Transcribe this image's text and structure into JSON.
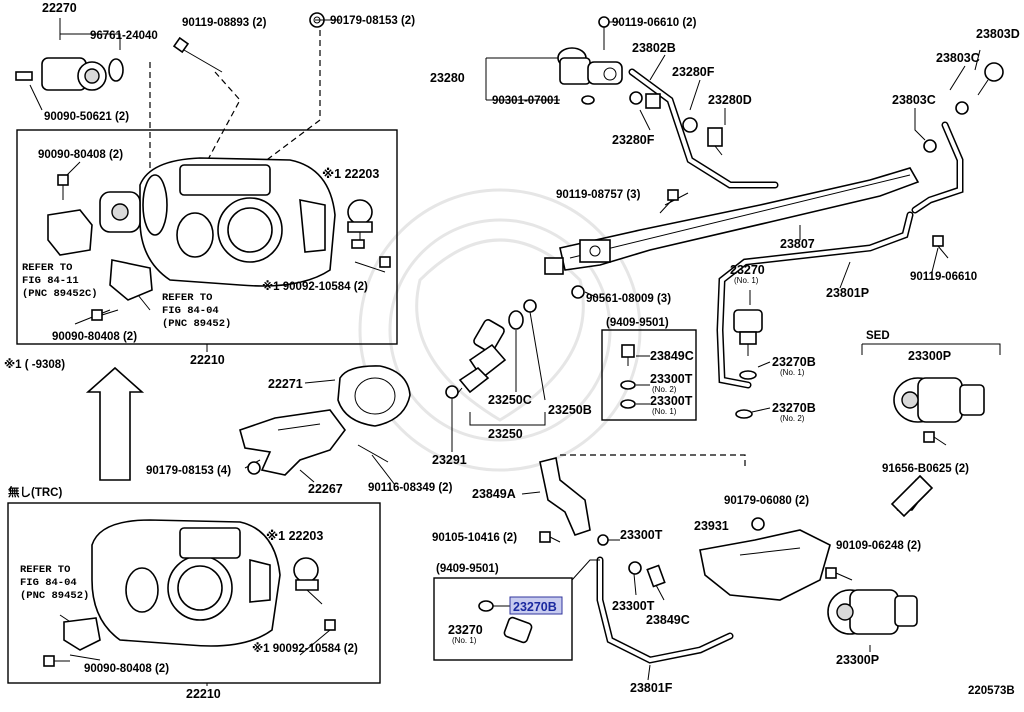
{
  "diagram_code": "220573B",
  "highlighted_part": "23270B",
  "labels": {
    "p22270": "22270",
    "p96761": "96761-24040",
    "p90119a": "90119-08893 (2)",
    "p90179a": "90179-08153 (2)",
    "p90090a": "90090-50621 (2)",
    "p90090b": "90090-80408 (2)",
    "p22203a": "※1 22203",
    "refer1a": "REFER TO",
    "refer1b": "FIG 84-11",
    "refer1c": "(PNC 89452C)",
    "refer2a": "REFER TO",
    "refer2b": "FIG 84-04",
    "refer2c": "(PNC 89452)",
    "p90092a": "※1 90092-10584 (2)",
    "p90090c": "90090-80408 (2)",
    "p22210a": "22210",
    "note1": "※1 (    -9308)",
    "p22271": "22271",
    "p90179b": "90179-08153 (4)",
    "p22267": "22267",
    "p90116": "90116-08349 (2)",
    "trc": "無し(TRC)",
    "refer3a": "REFER TO",
    "refer3b": "FIG 84-04",
    "refer3c": "(PNC 89452)",
    "p22203b": "※1 22203",
    "p90090d": "90090-80408 (2)",
    "p90092b": "※1 90092-10584 (2)",
    "p22210b": "22210",
    "p90119b": "90119-06610 (2)",
    "p23280": "23280",
    "p23802b": "23802B",
    "p23280f1": "23280F",
    "p90301": "90301-07001",
    "p23280d": "23280D",
    "p23280f2": "23280F",
    "p23803d": "23803D",
    "p23803c1": "23803C",
    "p23803c2": "23803C",
    "p90119c": "90119-08757 (3)",
    "p23807": "23807",
    "p90119d": "90119-06610",
    "p23270a": "23270",
    "p23270a_sub": "(No. 1)",
    "p23801p": "23801P",
    "p90561": "90561-08009 (3)",
    "box1": "(9409-9501)",
    "p23849c1": "23849C",
    "p23300t1": "23300T",
    "p23300t1_sub": "(No. 2)",
    "p23300t2": "23300T",
    "p23300t2_sub": "(No. 1)",
    "p23270b1": "23270B",
    "p23270b1_sub": "(No. 1)",
    "p23270b2": "23270B",
    "p23270b2_sub": "(No. 2)",
    "p23250c": "23250C",
    "p23250b": "23250B",
    "p23250": "23250",
    "p23291": "23291",
    "p23849a": "23849A",
    "sed": "SED",
    "p23300p1": "23300P",
    "p91656": "91656-B0625 (2)",
    "p90179c": "90179-06080 (2)",
    "p90105": "90105-10416 (2)",
    "p23300t3": "23300T",
    "p23931": "23931",
    "p90109": "90109-06248 (2)",
    "box2": "(9409-9501)",
    "p23270b3": "23270B",
    "p23270c": "23270",
    "p23270c_sub": "(No. 1)",
    "p23300t4": "23300T",
    "p23849c2": "23849C",
    "p23801f": "23801F",
    "p23300p2": "23300P"
  }
}
